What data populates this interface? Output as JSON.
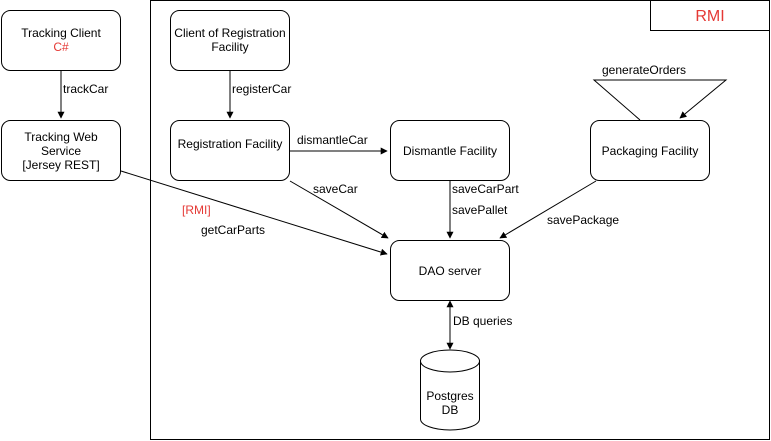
{
  "colors": {
    "stroke": "#000000",
    "fill": "#ffffff",
    "accent_red": "#e53935"
  },
  "rmi_frame": {
    "label": "RMI"
  },
  "nodes": {
    "tracking_client": {
      "line1": "Tracking Client",
      "line2": "C#"
    },
    "tracking_web_service": {
      "line1": "Tracking Web",
      "line2": "Service",
      "line3_open": "[",
      "line3_red": "Jersey REST",
      "line3_close": "]"
    },
    "client_registration": {
      "line1": "Client of Registration",
      "line2": "Facility"
    },
    "registration_facility": {
      "label": "Registration Facility"
    },
    "dismantle_facility": {
      "label": "Dismantle Facility"
    },
    "packaging_facility": {
      "label": "Packaging Facility"
    },
    "dao_server": {
      "label": "DAO server"
    },
    "postgres_db": {
      "line1": "Postgres",
      "line2": "DB"
    }
  },
  "edges": {
    "track_car": "trackCar",
    "register_car": "registerCar",
    "dismantle_car": "dismantleCar",
    "generate_orders": "generateOrders",
    "save_car": "saveCar",
    "save_car_part": "saveCarPart",
    "save_pallet": "savePallet",
    "save_package": "savePackage",
    "rmi_tag": "[RMI]",
    "get_car_parts": "getCarParts",
    "db_queries": "DB queries"
  }
}
